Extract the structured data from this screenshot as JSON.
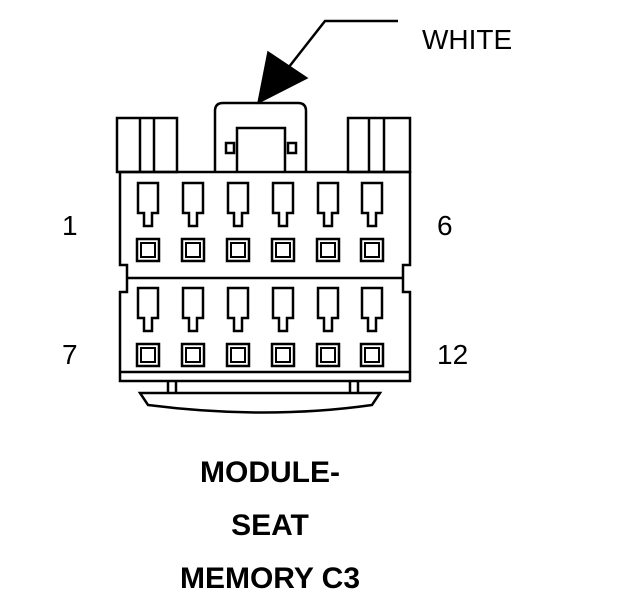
{
  "callout": {
    "color_label": "WHITE"
  },
  "pins": {
    "top_left": "1",
    "top_right": "6",
    "bottom_left": "7",
    "bottom_right": "12"
  },
  "title": {
    "line1": "MODULE-",
    "line2": "SEAT",
    "line3": "MEMORY C3"
  },
  "colors": {
    "ink": "#000000",
    "background": "#ffffff"
  }
}
